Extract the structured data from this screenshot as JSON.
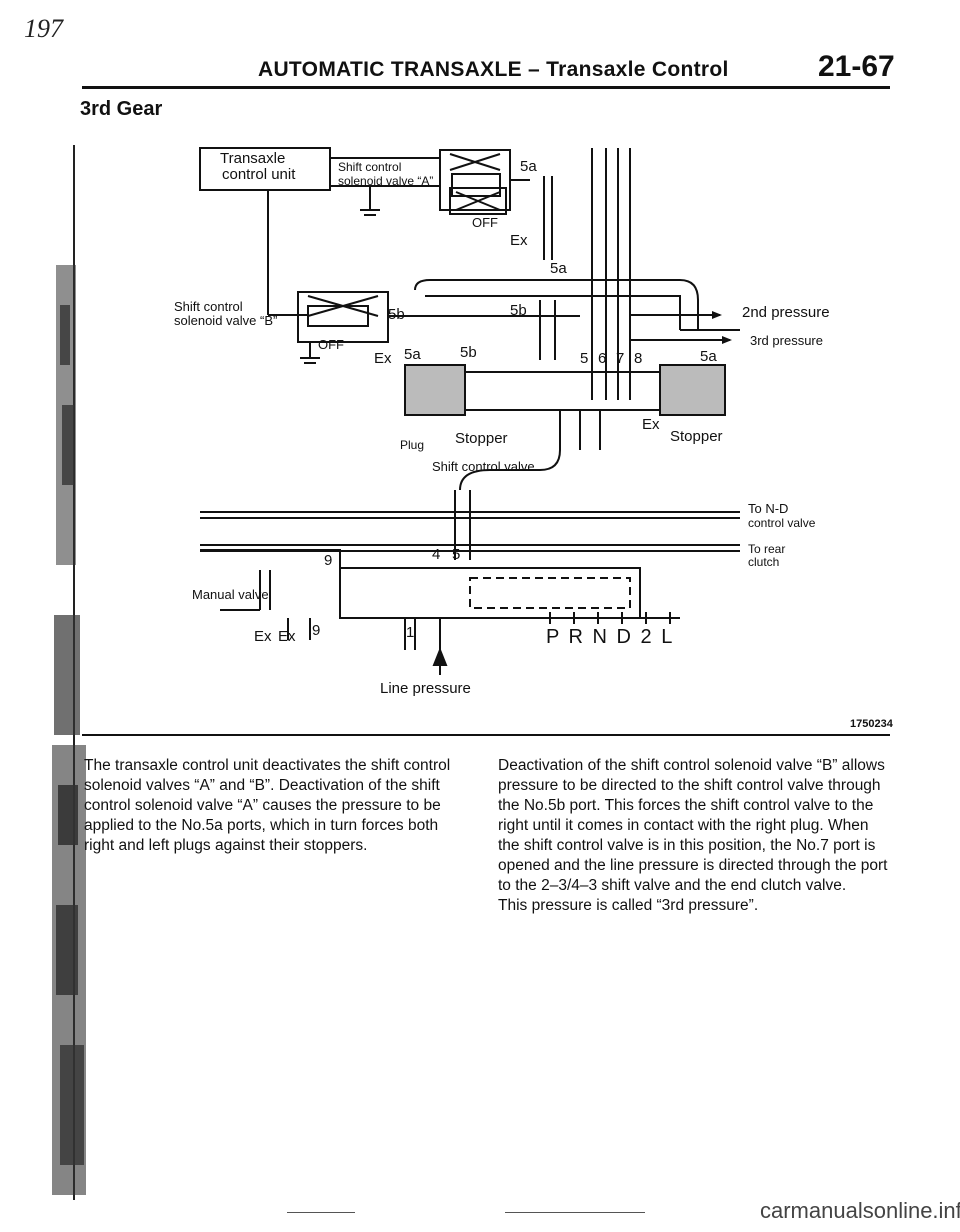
{
  "handwritten_note": "197",
  "header": {
    "title": "AUTOMATIC TRANSAXLE – Transaxle Control",
    "page_number": "21-67"
  },
  "section_title": "3rd Gear",
  "figure": {
    "number": "1750234",
    "labels": {
      "tcu_line1": "Transaxle",
      "tcu_line2": "control unit",
      "solenoid_a_line1": "Shift control",
      "solenoid_a_line2": "solenoid valve “A”",
      "off_a": "OFF",
      "ex_a": "Ex",
      "port_5a_top": "5a",
      "port_5a_mid": "5a",
      "solenoid_b_line1": "Shift control",
      "solenoid_b_line2": "solenoid valve “B”",
      "off_b": "OFF",
      "ex_b": "Ex",
      "port_5b_left": "5b",
      "port_5b_right": "5b",
      "port_5a_low": "5a",
      "port_5b_low": "5b",
      "port_5": "5",
      "port_6": "6",
      "port_7": "7",
      "port_8": "8",
      "port_5a_right": "5a",
      "pressure_2nd": "2nd pressure",
      "pressure_3rd": "3rd pressure",
      "plug": "Plug",
      "stopper_left": "Stopper",
      "stopper_right": "Stopper",
      "ex_right": "Ex",
      "shift_control_valve": "Shift control valve",
      "to_nd_line1": "To N-D",
      "to_nd_line2": "control valve",
      "to_rear_line1": "To rear",
      "to_rear_line2": "clutch",
      "port_9_top": "9",
      "port_4": "4",
      "port_5_low": "5",
      "manual_valve": "Manual valve",
      "ex_m1": "Ex",
      "ex_m2": "Ex",
      "port_9_low": "9",
      "port_1": "1",
      "shift_positions": "P R N D 2 L",
      "line_pressure": "Line pressure"
    }
  },
  "body": {
    "left": "The transaxle control unit deactivates the shift control solenoid valves “A” and “B”. Deactivation of the shift control solenoid valve “A” causes the pressure to be applied to the No.5a ports, which in turn forces both right and left plugs against their stoppers.",
    "right_p1": "Deactivation of the shift control solenoid valve “B” allows pressure to be directed to the shift control valve through the No.5b port. This forces the shift control valve to the right until it comes in contact with the right plug. When the shift control valve is in this position, the No.7 port is opened and the line pressure is directed through the port to the 2–3/4–3 shift valve and the end clutch valve.",
    "right_p2": "This pressure is called “3rd pressure”."
  },
  "watermark": "carmanualsonline.info"
}
